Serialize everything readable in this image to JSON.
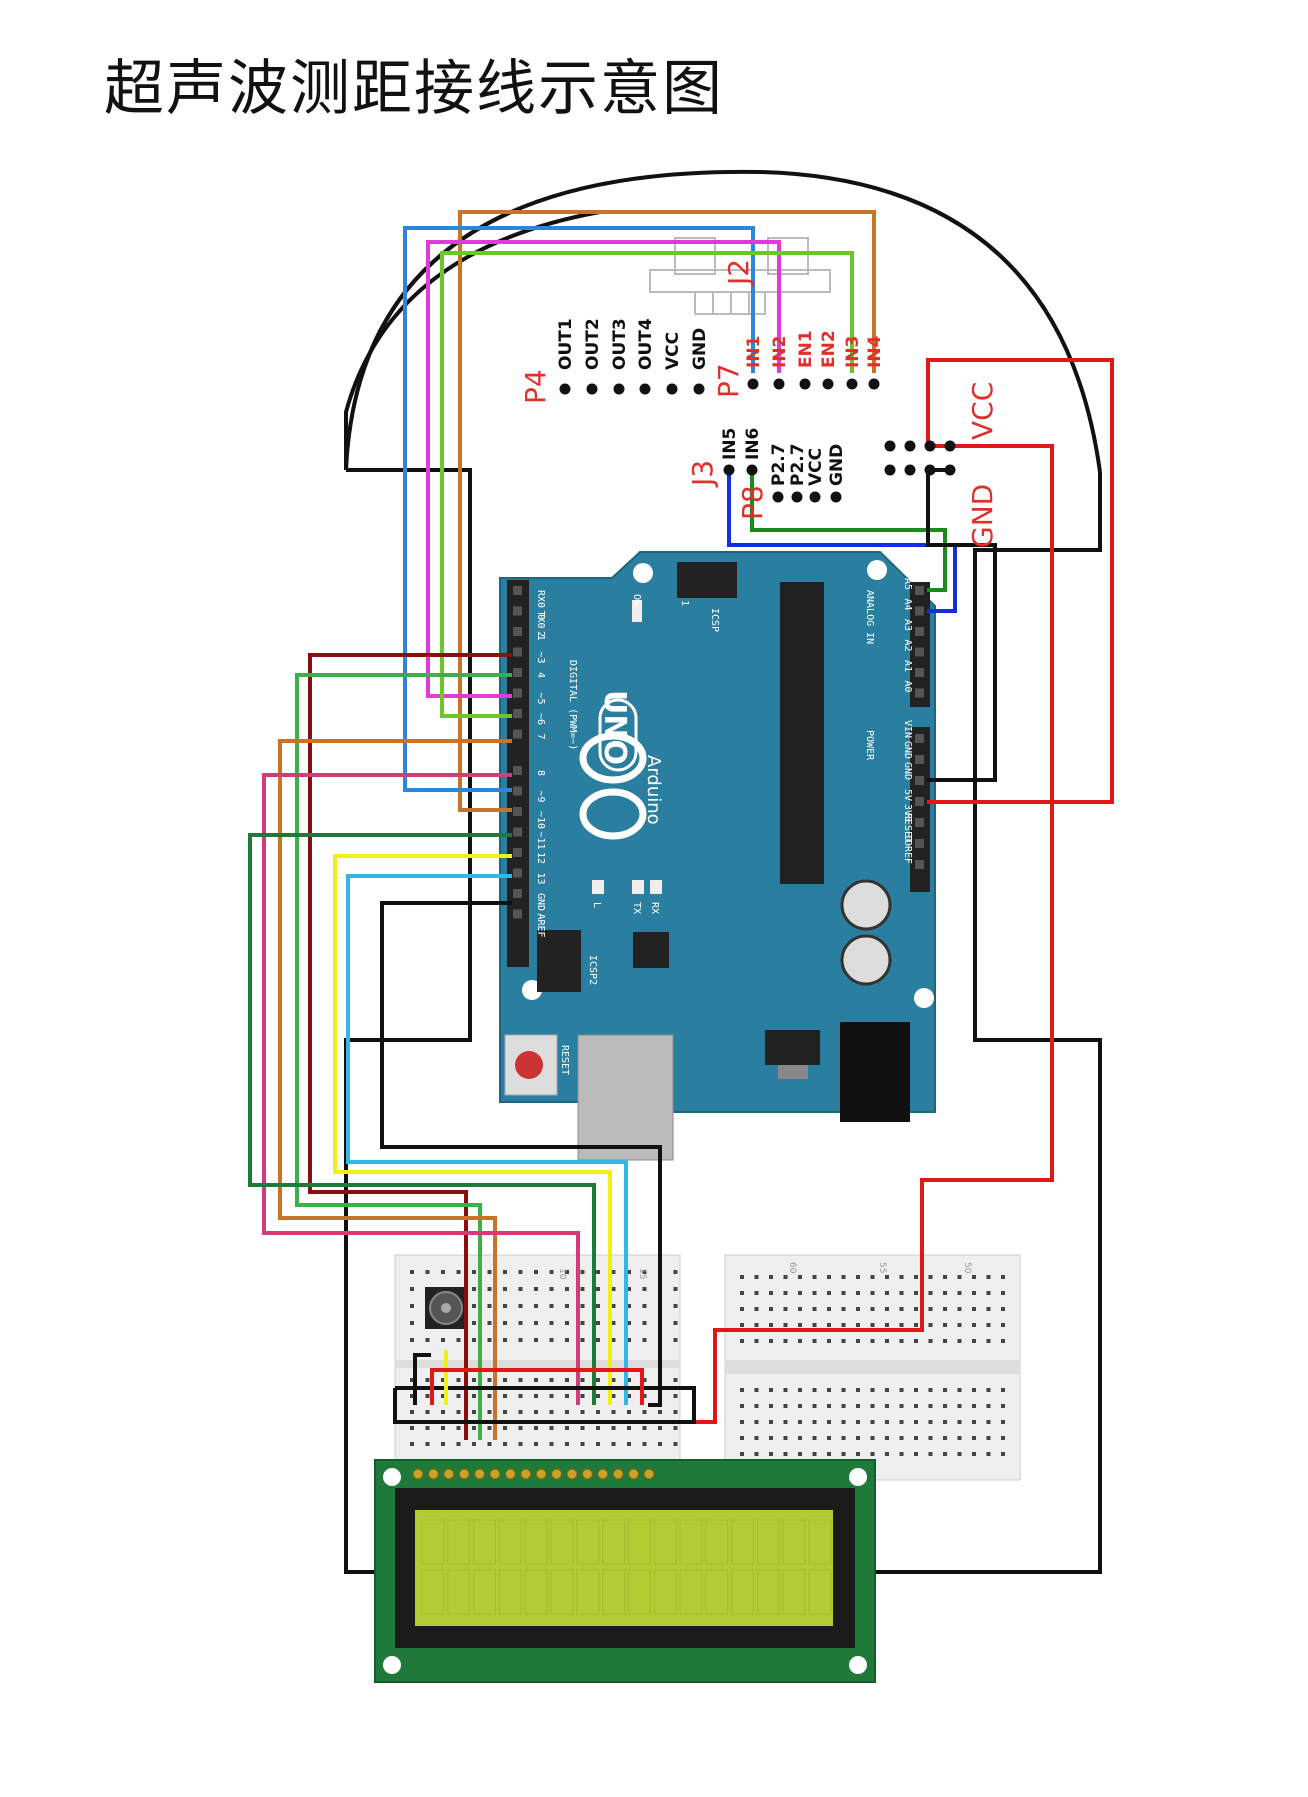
{
  "title": "超声波测距接线示意图",
  "modules": {
    "p4": {
      "name": "P4",
      "pins": [
        "OUT1",
        "OUT2",
        "OUT3",
        "OUT4",
        "VCC",
        "GND"
      ]
    },
    "p7": {
      "name": "P7",
      "pins": [
        "IN1",
        "IN2",
        "EN1",
        "EN2",
        "IN3",
        "IN4"
      ]
    },
    "j2": {
      "name": "J2"
    },
    "j3": {
      "name": "J3",
      "pins": [
        "IN5",
        "IN6",
        "P2.7",
        "P2.7",
        "VCC",
        "GND"
      ]
    },
    "p8": {
      "name": "P8"
    },
    "sensor": {
      "vcc_label": "VCC",
      "gnd_label": "GND"
    }
  },
  "arduino": {
    "brand": "Arduino",
    "model": "UNO",
    "digital_header_label": "DIGITAL (PWM=~)",
    "digital_pins": [
      "RX0 0",
      "TX0 1",
      "2",
      "~3",
      "4",
      "~5",
      "~6",
      "7",
      "8",
      "~9",
      "~10",
      "~11",
      "12",
      "13",
      "GND",
      "AREF"
    ],
    "analog_header_label": "ANALOG IN",
    "analog_pins": [
      "A5",
      "A4",
      "A3",
      "A2",
      "A1",
      "A0"
    ],
    "power_header_label": "POWER",
    "power_pins": [
      "VIN",
      "GND",
      "GND",
      "5V",
      "3V3",
      "RESET",
      "IOREF"
    ],
    "icsp_label": "ICSP",
    "icsp2_label": "ICSP2",
    "on_label": "ON",
    "l_label": "L",
    "tx_label": "TX",
    "rx_label": "RX",
    "reset_label": "RESET",
    "icsp_pin1": "1"
  },
  "breadboard": {
    "col_labels": [
      "10",
      "15",
      "60",
      "55",
      "50"
    ]
  },
  "colors": {
    "uno_board": "#2a7fa0",
    "lcd_pcb": "#1f7a3a",
    "lcd_screen": "#b4cc34",
    "red_label": "#e0302a"
  }
}
